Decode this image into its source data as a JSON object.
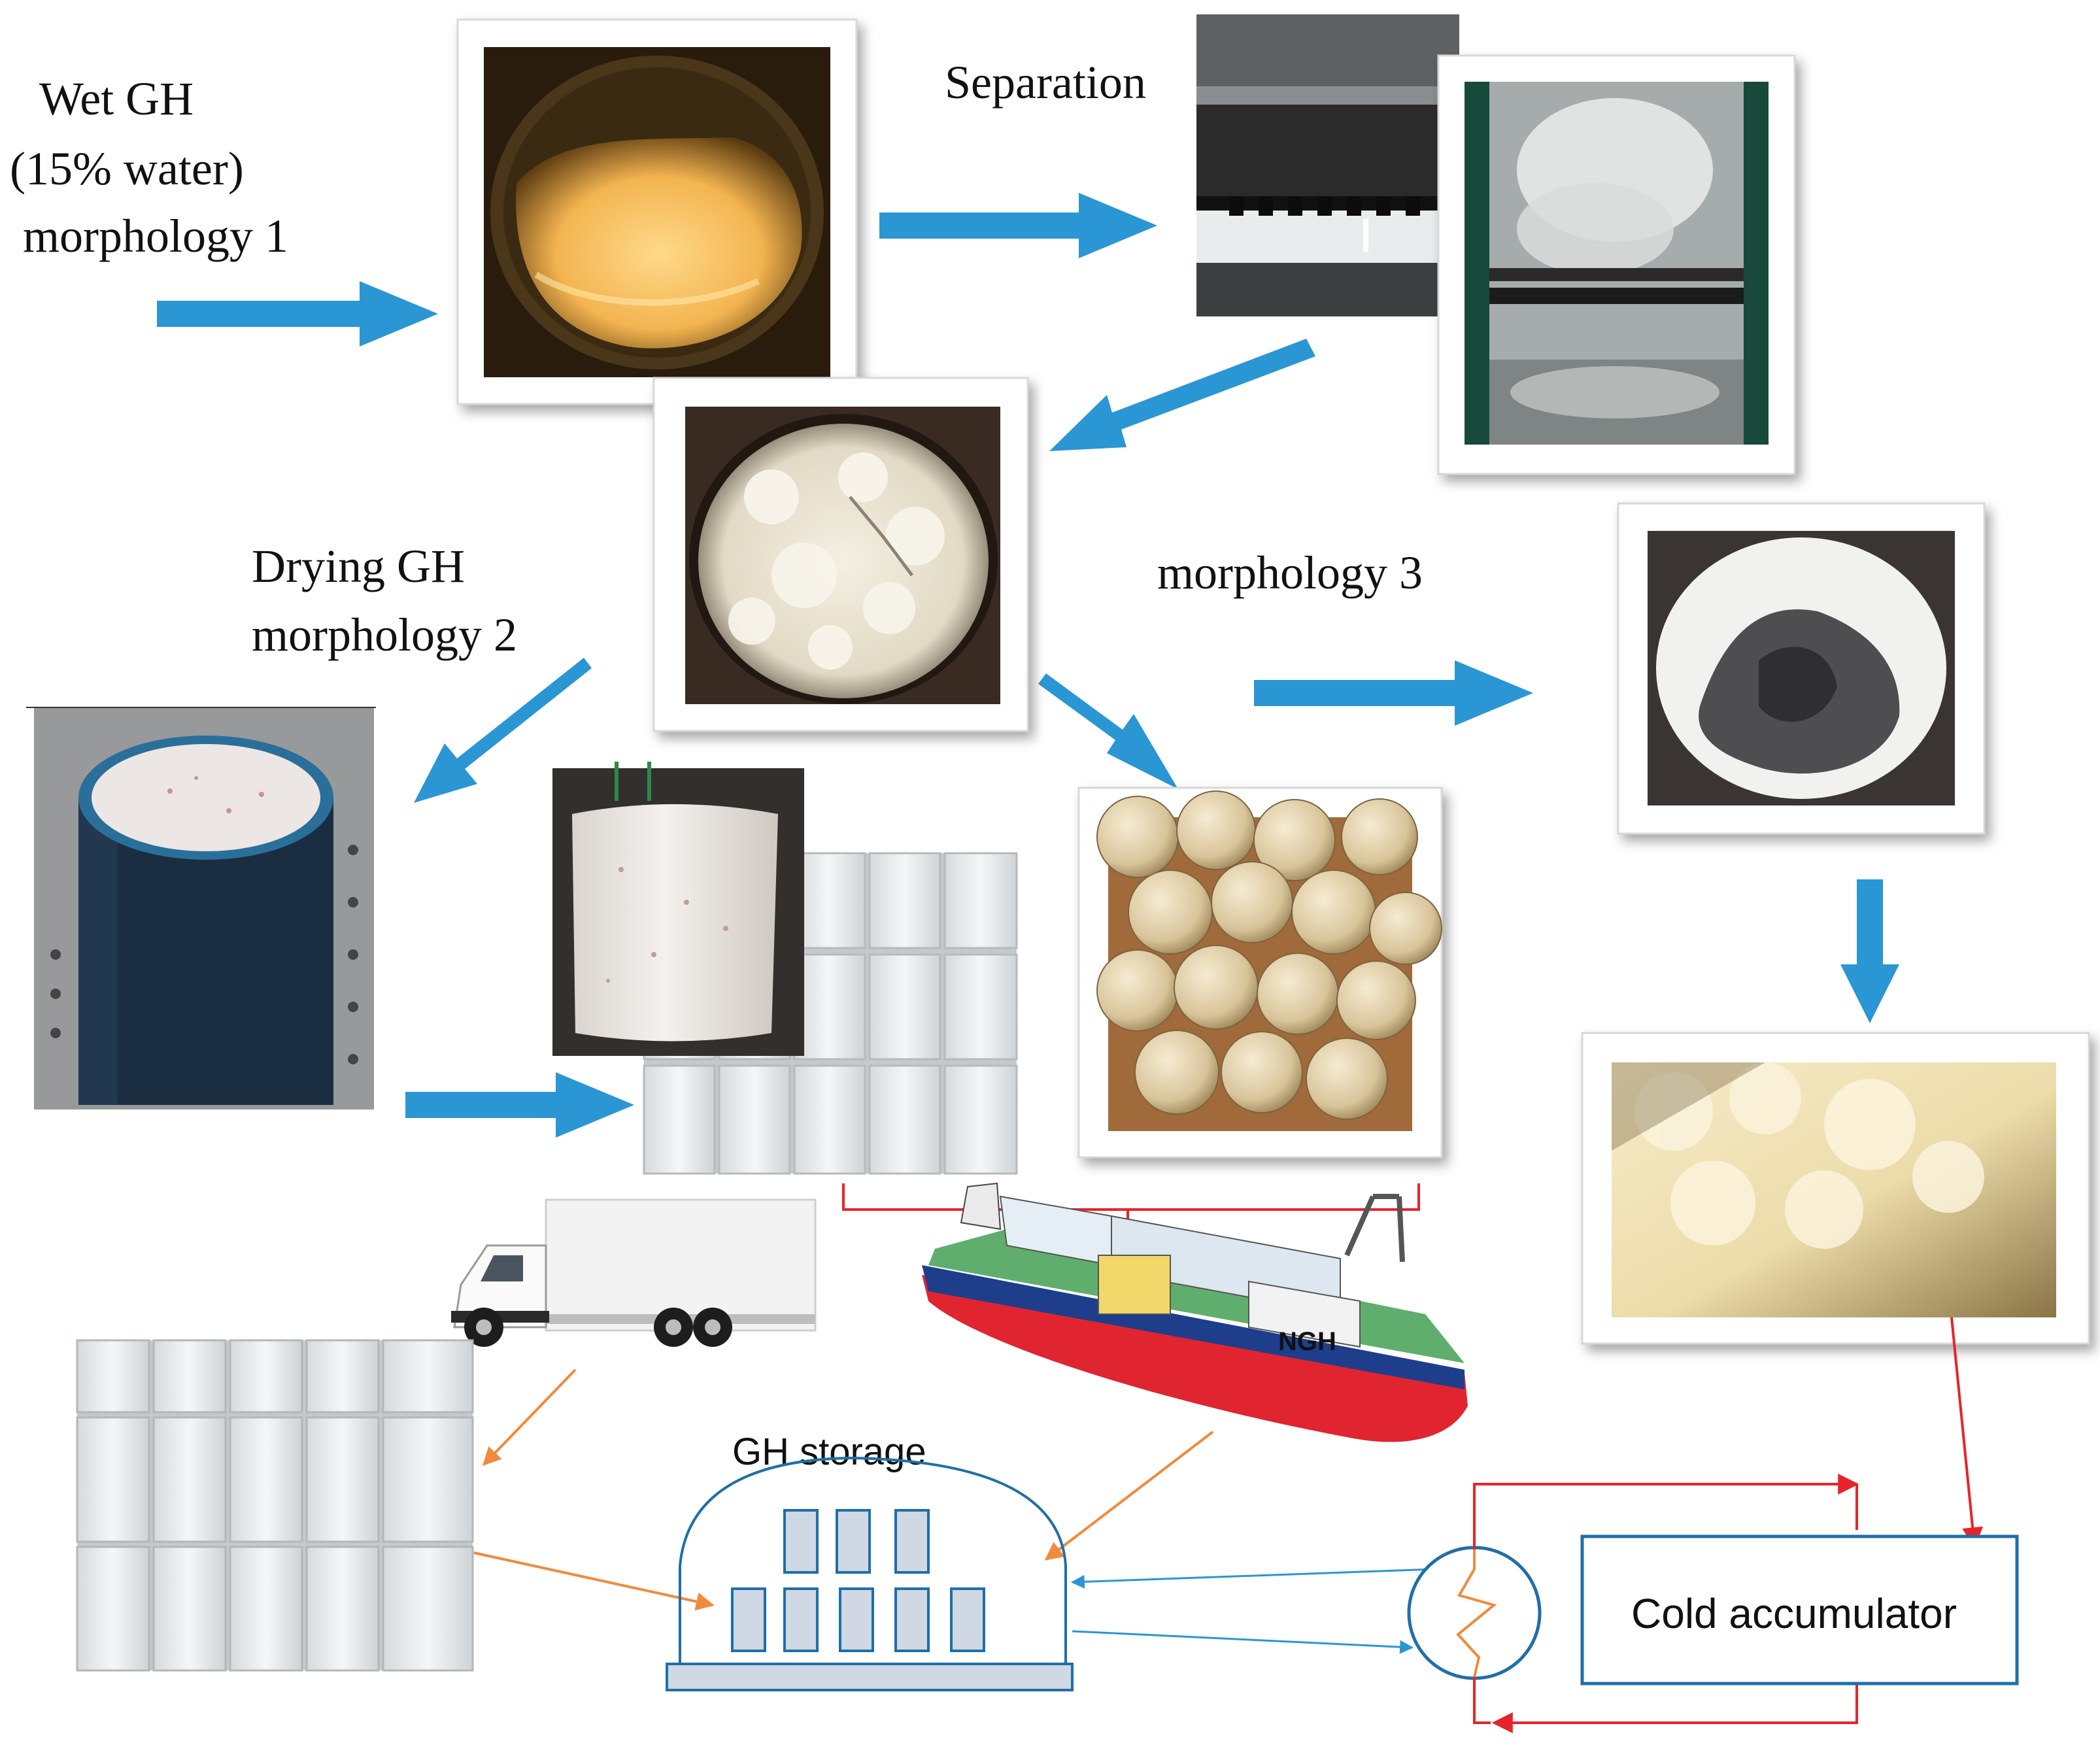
{
  "labels": {
    "wet_gh_line1": "Wet GH",
    "wet_gh_line2": "(15% water)",
    "wet_gh_line3": "morphology 1",
    "separation": "Separation",
    "drying_line1": "Drying GH",
    "drying_line2": "morphology 2",
    "morphology3": "morphology 3",
    "gh_storage": "GH storage",
    "cold_accumulator": "Cold accumulator",
    "ship_hull_text": "NGH"
  },
  "colors": {
    "process_arrow": "#2b96d4",
    "transport_arrow": "#f08a3c",
    "hot_line": "#e8232a",
    "cold_line": "#2b96d4",
    "storage_stroke": "#1f6fa8",
    "storage_block": "#cfd8e3"
  },
  "icons": {
    "photo_wet_gh": "yellow-slurry-photo",
    "photo_separation_ring": "separator-ring-photo",
    "photo_separation_cell": "separation-cell-photo",
    "photo_powder": "white-powder-photo",
    "photo_dry_cylinder": "dried-cylinder-photo",
    "photo_pellet": "pellet-photo",
    "photo_blocks": "stacked-blocks-photo",
    "photo_balls": "hydrate-balls-photo",
    "photo_porous": "porous-hydrate-photo",
    "photo_slush": "hydrate-slush-photo",
    "truck": "truck-icon",
    "ship": "ngh-ship-icon",
    "storage": "storage-dome-icon",
    "heat_exchanger": "heat-exchanger-icon"
  }
}
